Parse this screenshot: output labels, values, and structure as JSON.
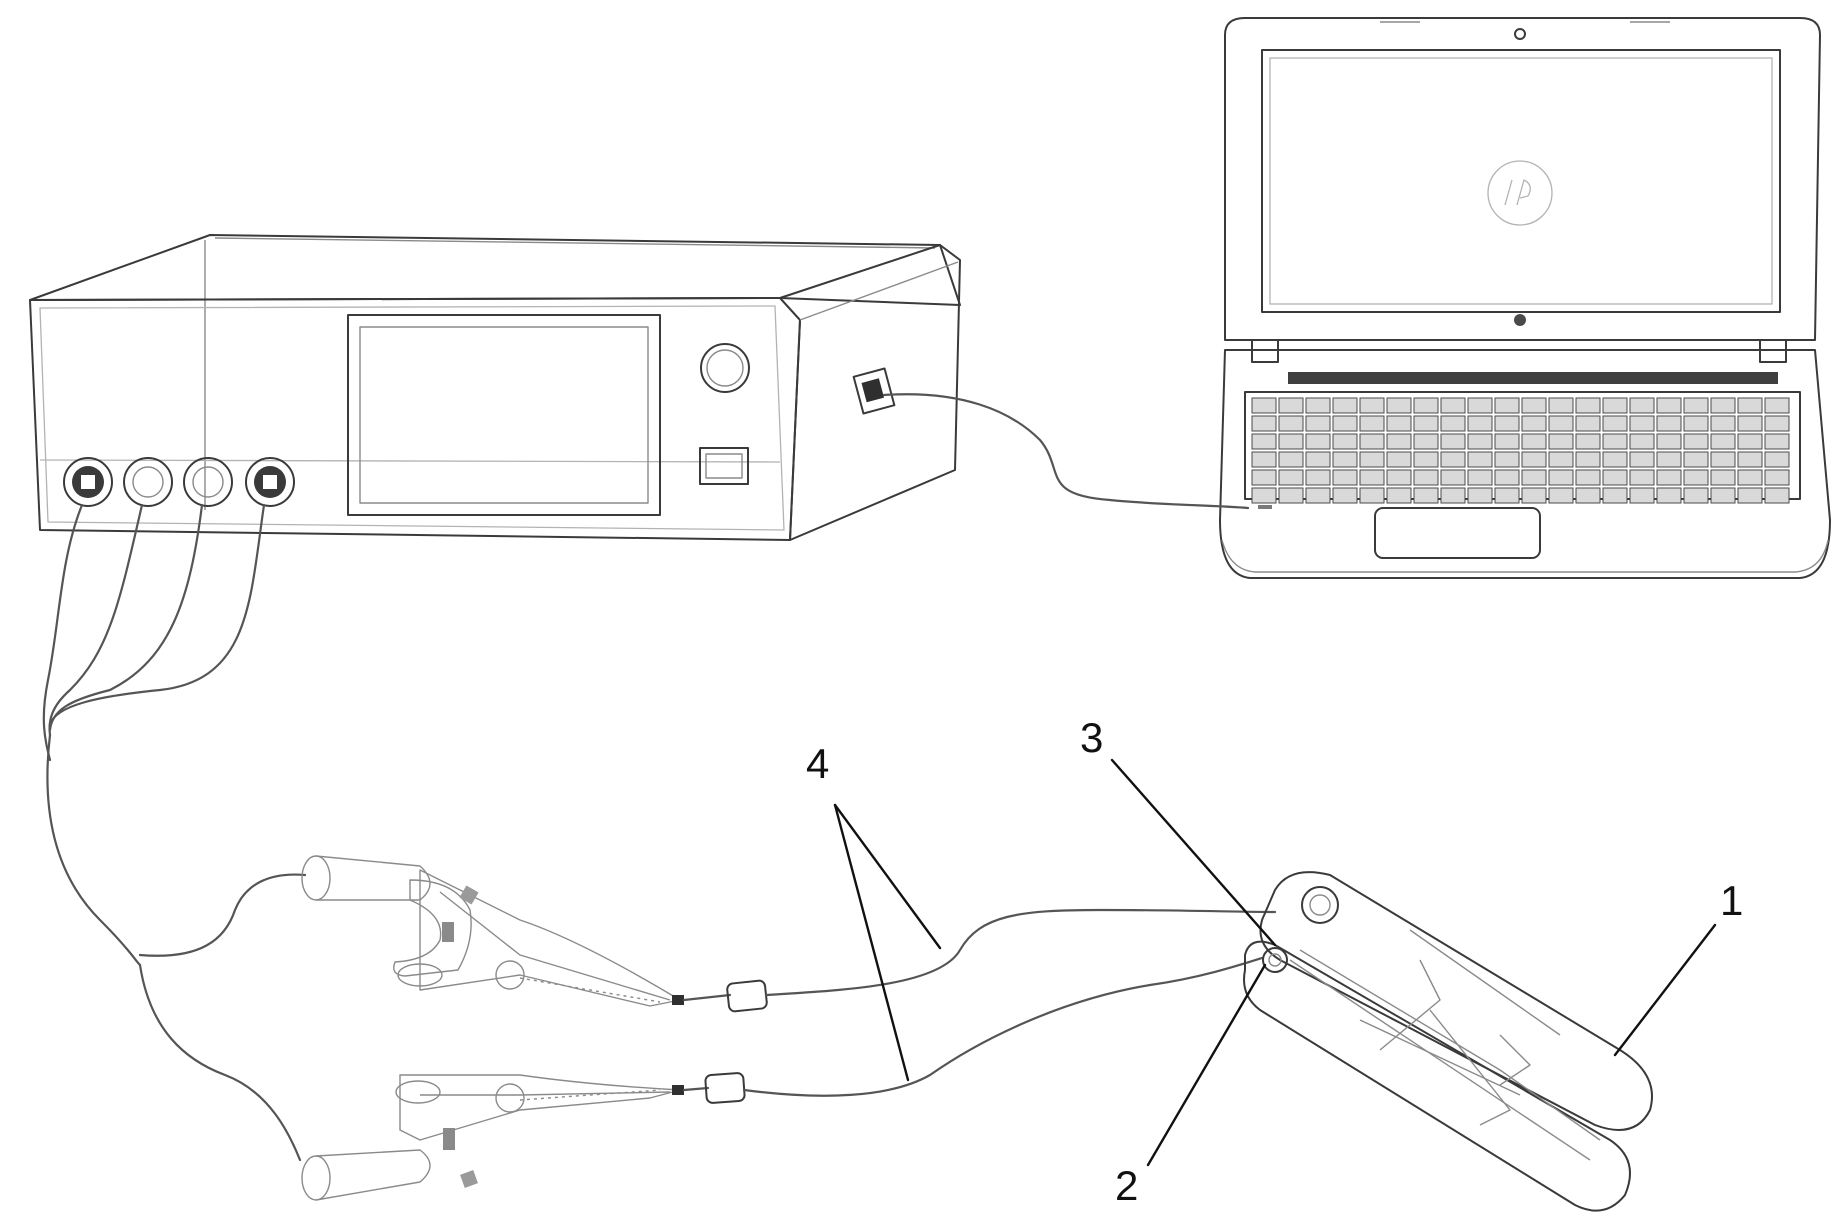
{
  "callouts": {
    "c1": "1",
    "c2": "2",
    "c3": "3",
    "c4": "4"
  },
  "icons": [
    "logo-icon"
  ]
}
